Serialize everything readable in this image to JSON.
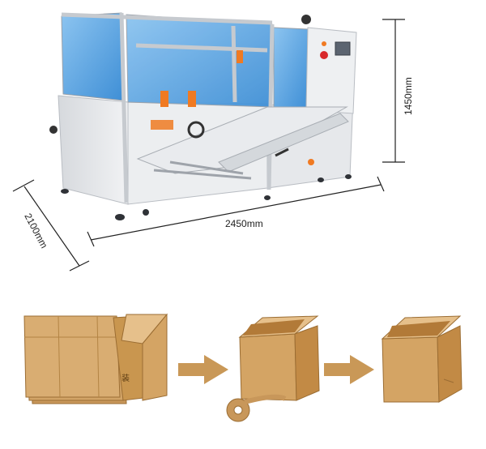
{
  "dimensions": {
    "length": "2450mm",
    "width": "2100mm",
    "height": "1450mm"
  },
  "colors": {
    "frame": "#e4e6e9",
    "frame_shadow": "#b9bdc3",
    "glass": "#4f9fe0",
    "glass_light": "#8cc4f0",
    "cardboard": "#d7a96a",
    "cardboard_dark": "#b9853f",
    "cardboard_light": "#e6c08b",
    "arrow": "#c99857",
    "accent_orange": "#f07a22",
    "accent_red": "#d8282b"
  },
  "box_mark": "装"
}
